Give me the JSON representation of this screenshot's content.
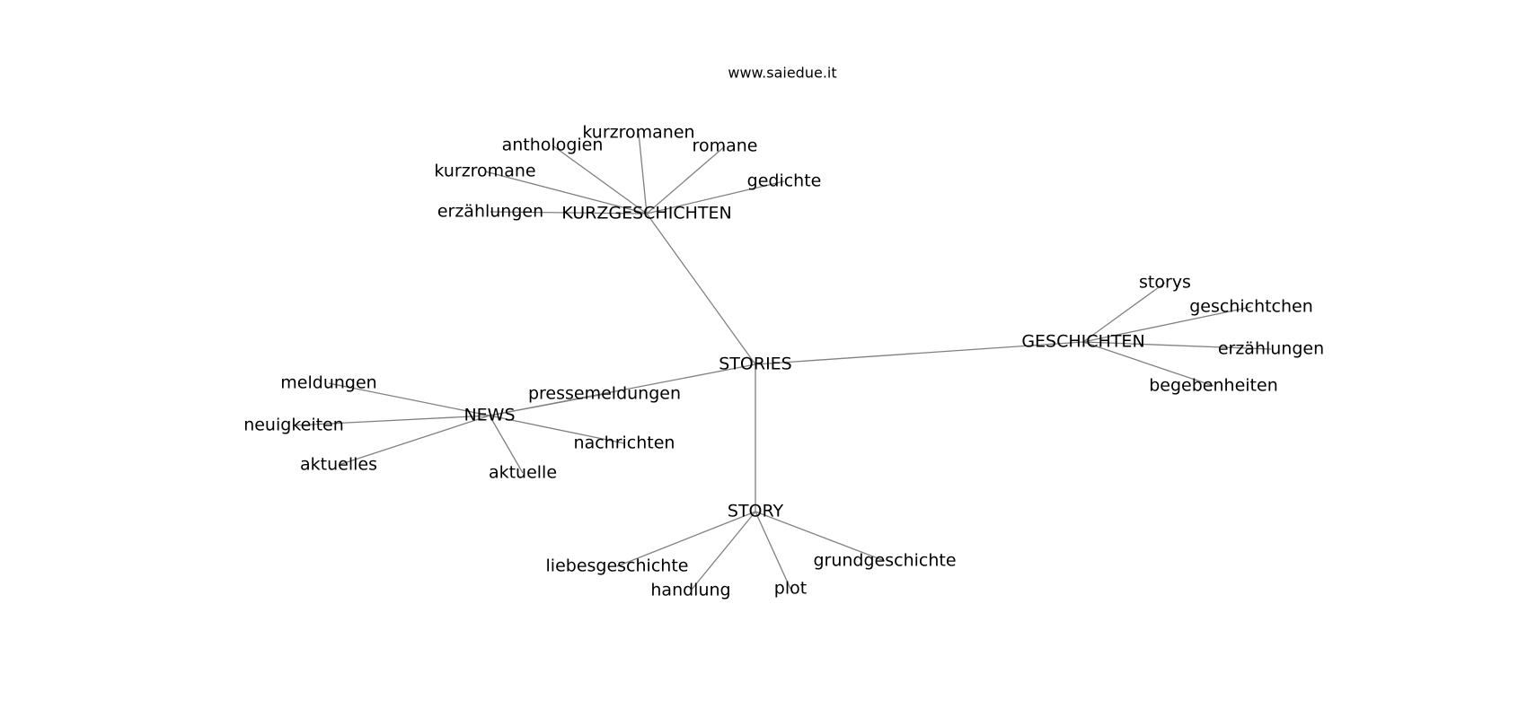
{
  "site": "www.saiedue.it",
  "nodes": [
    {
      "id": "stories",
      "label": "STORIES"
    },
    {
      "id": "kurzgeschichten",
      "label": "KURZGESCHICHTEN"
    },
    {
      "id": "geschichten",
      "label": "GESCHICHTEN"
    },
    {
      "id": "news",
      "label": "NEWS"
    },
    {
      "id": "story",
      "label": "STORY"
    },
    {
      "id": "anthologien",
      "label": "anthologien"
    },
    {
      "id": "kurzromanen",
      "label": "kurzromanen"
    },
    {
      "id": "romane",
      "label": "romane"
    },
    {
      "id": "kurzromane",
      "label": "kurzromane"
    },
    {
      "id": "gedichte",
      "label": "gedichte"
    },
    {
      "id": "erzaehlungen_k",
      "label": "erzählungen"
    },
    {
      "id": "storys",
      "label": "storys"
    },
    {
      "id": "geschichtchen",
      "label": "geschichtchen"
    },
    {
      "id": "erzaehlungen_g",
      "label": "erzählungen"
    },
    {
      "id": "begebenheiten",
      "label": "begebenheiten"
    },
    {
      "id": "meldungen",
      "label": "meldungen"
    },
    {
      "id": "pressemeldungen",
      "label": "pressemeldungen"
    },
    {
      "id": "neuigkeiten",
      "label": "neuigkeiten"
    },
    {
      "id": "nachrichten",
      "label": "nachrichten"
    },
    {
      "id": "aktuelles",
      "label": "aktuelles"
    },
    {
      "id": "aktuelle",
      "label": "aktuelle"
    },
    {
      "id": "liebesgeschichte",
      "label": "liebesgeschichte"
    },
    {
      "id": "grundgeschichte",
      "label": "grundgeschichte"
    },
    {
      "id": "handlung",
      "label": "handlung"
    },
    {
      "id": "plot",
      "label": "plot"
    }
  ],
  "edges": [
    [
      "stories",
      "kurzgeschichten"
    ],
    [
      "stories",
      "geschichten"
    ],
    [
      "stories",
      "news"
    ],
    [
      "stories",
      "story"
    ],
    [
      "kurzgeschichten",
      "anthologien"
    ],
    [
      "kurzgeschichten",
      "kurzromanen"
    ],
    [
      "kurzgeschichten",
      "romane"
    ],
    [
      "kurzgeschichten",
      "kurzromane"
    ],
    [
      "kurzgeschichten",
      "gedichte"
    ],
    [
      "kurzgeschichten",
      "erzaehlungen_k"
    ],
    [
      "geschichten",
      "storys"
    ],
    [
      "geschichten",
      "geschichtchen"
    ],
    [
      "geschichten",
      "erzaehlungen_g"
    ],
    [
      "geschichten",
      "begebenheiten"
    ],
    [
      "news",
      "meldungen"
    ],
    [
      "news",
      "pressemeldungen"
    ],
    [
      "news",
      "neuigkeiten"
    ],
    [
      "news",
      "nachrichten"
    ],
    [
      "news",
      "aktuelles"
    ],
    [
      "news",
      "aktuelle"
    ],
    [
      "story",
      "liebesgeschichte"
    ],
    [
      "story",
      "grundgeschichte"
    ],
    [
      "story",
      "handlung"
    ],
    [
      "story",
      "plot"
    ]
  ]
}
